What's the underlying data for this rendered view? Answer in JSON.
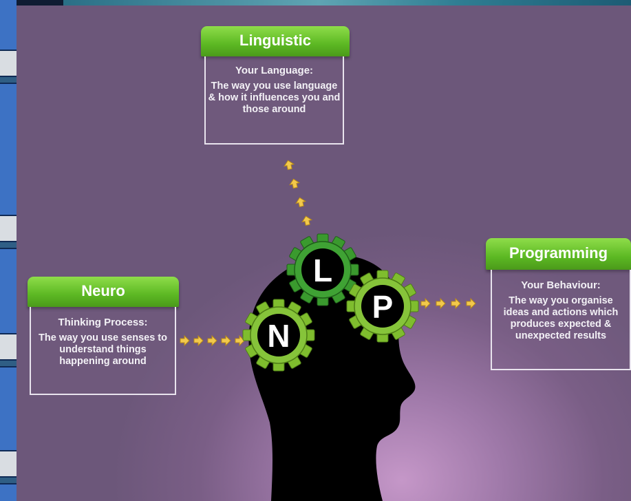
{
  "diagram": {
    "linguistic": {
      "title": "Linguistic",
      "subtitle": "Your Language:",
      "description": "The way you use language & how it influences you and those around"
    },
    "neuro": {
      "title": "Neuro",
      "subtitle": "Thinking Process:",
      "description": "The way you use senses to understand things happening around"
    },
    "programming": {
      "title": "Programming",
      "subtitle": "Your Behaviour:",
      "description": "The way you organise ideas and actions which produces expected & unexpected results"
    },
    "gears": {
      "n": "N",
      "l": "L",
      "p": "P"
    }
  },
  "colors": {
    "header_green": "#5cb823",
    "gear_light_green": "#8cc63f",
    "gear_dark_green": "#3d9b30",
    "arrow_yellow": "#f2c94c",
    "panel_purple": "#7a5e86"
  }
}
